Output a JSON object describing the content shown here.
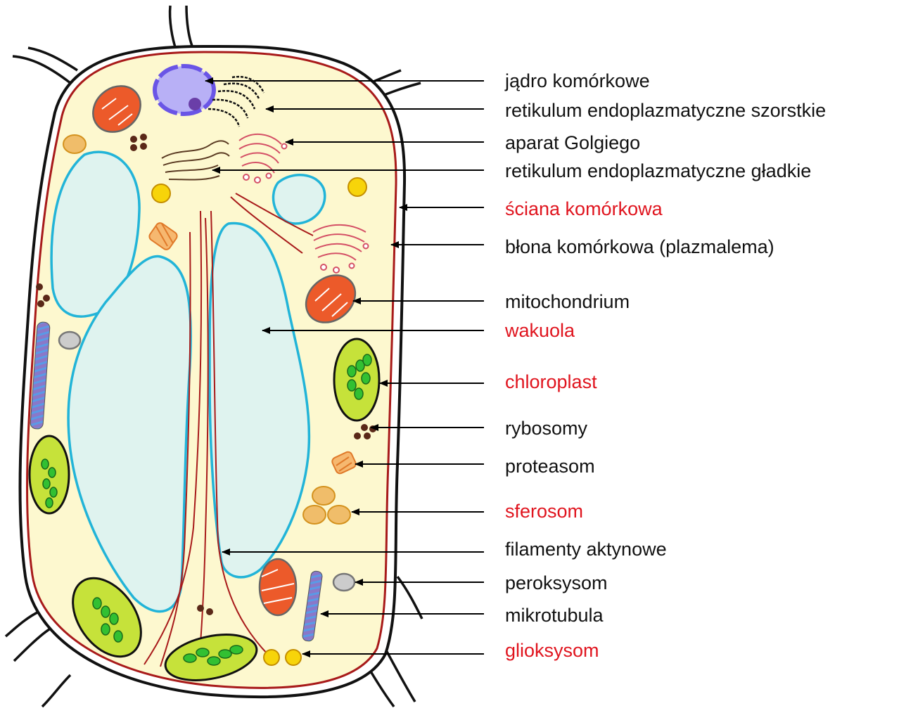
{
  "colors": {
    "black_label": "#111111",
    "red_label": "#e0141e",
    "cytoplasm": "#fdf8cf",
    "membrane": "#a81a1a",
    "vacuole_border": "#22b4d8",
    "vacuole_fill": "#dff3ef",
    "nucleus": "#6a55e6",
    "mitochondrion": "#ec5a2a",
    "chloroplast": "#c6e23a",
    "thylakoid": "#32c032",
    "ribosome": "#5a2818",
    "glyoxysome": "#f7d40a",
    "spherosome": "#f0bd6a",
    "peroxisome": "#cccccc",
    "golgi": "#d45066"
  },
  "icons": [
    "nucleus-icon",
    "mitochondrion-icon",
    "chloroplast-icon",
    "vacuole-icon",
    "golgi-icon",
    "microtubule-icon",
    "proteasome-icon",
    "ribosome-icon",
    "spherosome-icon",
    "peroxisome-icon",
    "glyoxysome-icon",
    "endoplasmic-reticulum-icon"
  ],
  "labels": {
    "nucleus": "jądro komórkowe",
    "rough_er": "retikulum endoplazmatyczne szorstkie",
    "golgi": "aparat Golgiego",
    "smooth_er": "retikulum endoplazmatyczne gładkie",
    "cell_wall": "ściana komórkowa",
    "cell_membrane": "błona komórkowa (plazmalema)",
    "mitochondrion": "mitochondrium",
    "vacuole": "wakuola",
    "chloroplast": "chloroplast",
    "ribosomes": "rybosomy",
    "proteasome": "proteasom",
    "spherosome": "sferosom",
    "actin_filaments": "filamenty aktynowe",
    "peroxisome": "peroksysom",
    "microtubule": "mikrotubula",
    "glyoxysome": "glioksysom"
  }
}
